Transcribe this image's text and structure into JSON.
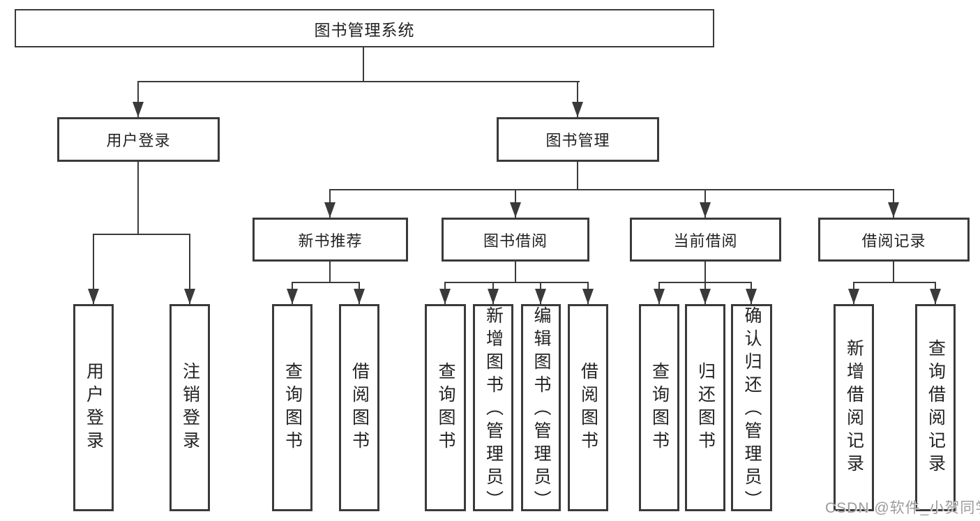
{
  "tree": {
    "root": {
      "label": "图书管理系统"
    },
    "branches": [
      {
        "label": "用户登录",
        "children": [
          {
            "label": "用户登录"
          },
          {
            "label": "注销登录"
          }
        ]
      },
      {
        "label": "图书管理",
        "children": [
          {
            "label": "新书推荐",
            "children": [
              {
                "label": "查询图书"
              },
              {
                "label": "借阅图书"
              }
            ]
          },
          {
            "label": "图书借阅",
            "children": [
              {
                "label": "查询图书"
              },
              {
                "label": "新增图书（管理员）"
              },
              {
                "label": "编辑图书（管理员）"
              },
              {
                "label": "借阅图书"
              }
            ]
          },
          {
            "label": "当前借阅",
            "children": [
              {
                "label": "查询图书"
              },
              {
                "label": "归还图书"
              },
              {
                "label": "确认归还（管理员）"
              }
            ]
          },
          {
            "label": "借阅记录",
            "children": [
              {
                "label": "新增借阅记录"
              },
              {
                "label": "查询借阅记录"
              }
            ]
          }
        ]
      }
    ]
  },
  "watermark": "CSDN @软件_小贺同学",
  "colors": {
    "line": "#3a3a3a",
    "text": "#222222",
    "watermark": "#9b9b9b",
    "background": "#ffffff"
  }
}
